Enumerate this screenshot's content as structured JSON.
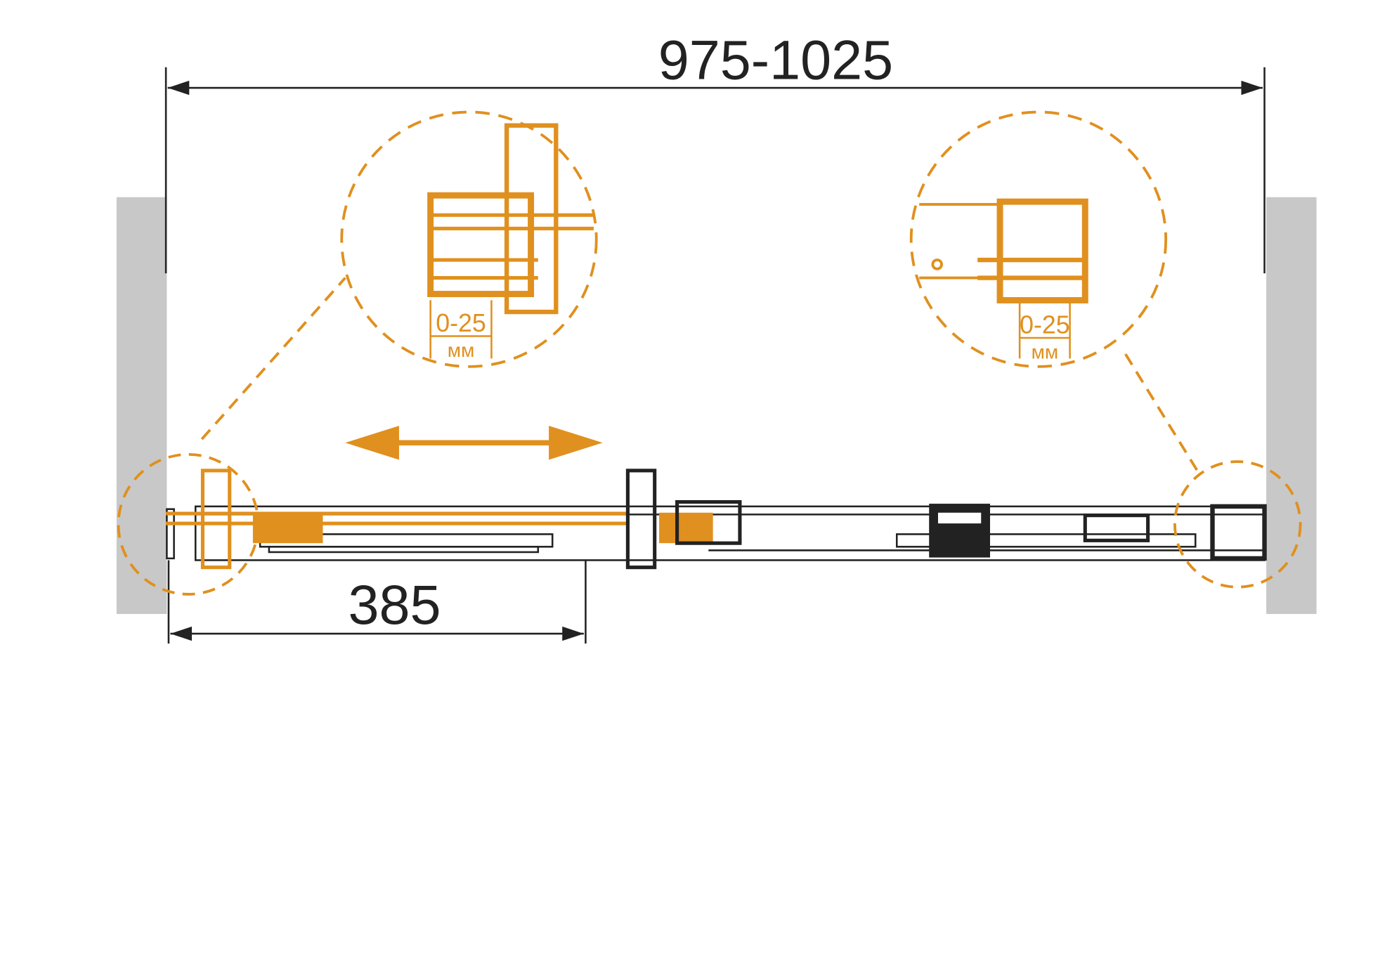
{
  "dimensions": {
    "overall_width": "975-1025",
    "door_opening": "385"
  },
  "callouts": [
    {
      "range": "0-25",
      "unit": "мм"
    },
    {
      "range": "0-25",
      "unit": "мм"
    }
  ],
  "colors": {
    "accent": "#E0901E",
    "line": "#222222",
    "wall": "#C8C8C8"
  }
}
